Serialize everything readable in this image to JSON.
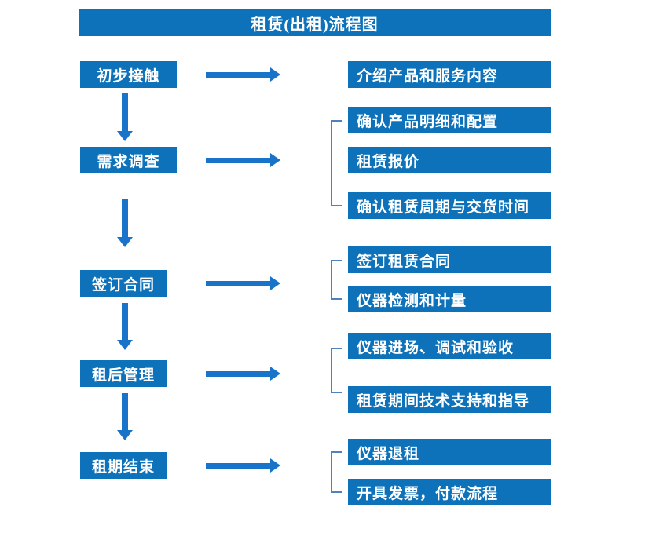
{
  "title": "租赁(出租)流程图",
  "colors": {
    "box_fill": "#0d72b9",
    "box_text": "#ffffff",
    "arrow": "#1873c9",
    "bracket": "#4f81bd",
    "background": "#ffffff"
  },
  "stages": [
    {
      "label": "初步接触",
      "outputs": [
        "介绍产品和服务内容"
      ]
    },
    {
      "label": "需求调查",
      "outputs": [
        "确认产品明细和配置",
        "租赁报价",
        "确认租赁周期与交货时间"
      ]
    },
    {
      "label": "签订合同",
      "outputs": [
        "签订租赁合同",
        "仪器检测和计量"
      ]
    },
    {
      "label": "租后管理",
      "outputs": [
        "仪器进场、调试和验收",
        "租赁期间技术支持和指导"
      ]
    },
    {
      "label": "租期结束",
      "outputs": [
        "仪器退租",
        "开具发票，付款流程"
      ]
    }
  ]
}
